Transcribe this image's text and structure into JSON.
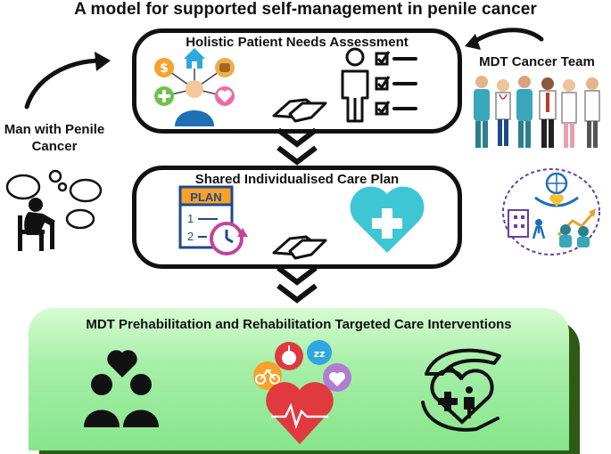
{
  "title": "A model for supported self-management in penile cancer",
  "assessment_box": {
    "title": "Holistic Patient Needs Assessment"
  },
  "care_plan_box": {
    "title": "Shared Individualised Care Plan",
    "plan_label": "PLAN"
  },
  "patient": {
    "label_line1": "Man with Penile",
    "label_line2": "Cancer"
  },
  "mdt_team": {
    "label": "MDT Cancer Team"
  },
  "interventions": {
    "title": "MDT Prehabilitation and Rehabilitation Targeted Care Interventions"
  },
  "icons": {
    "needs": [
      "dollar-icon",
      "home-icon",
      "bread-icon",
      "medical-cross-icon",
      "heart-icon",
      "person-icon"
    ],
    "checklist": "checklist-icon",
    "handshake": "handshake-icon",
    "chevron": "double-chevron-down-icon",
    "care": [
      "calendar-plan-icon",
      "heart-cross-icon",
      "community-health-icon"
    ],
    "interventions": [
      "support-group-icon",
      "wellbeing-icon",
      "care-hands-icon"
    ]
  },
  "colors": {
    "accent_blue": "#1f6fb5",
    "teal": "#3ec6d4",
    "green_panel": "#a6efa8",
    "green_shadow": "#2d5a14",
    "heart_red": "#e0393e"
  }
}
